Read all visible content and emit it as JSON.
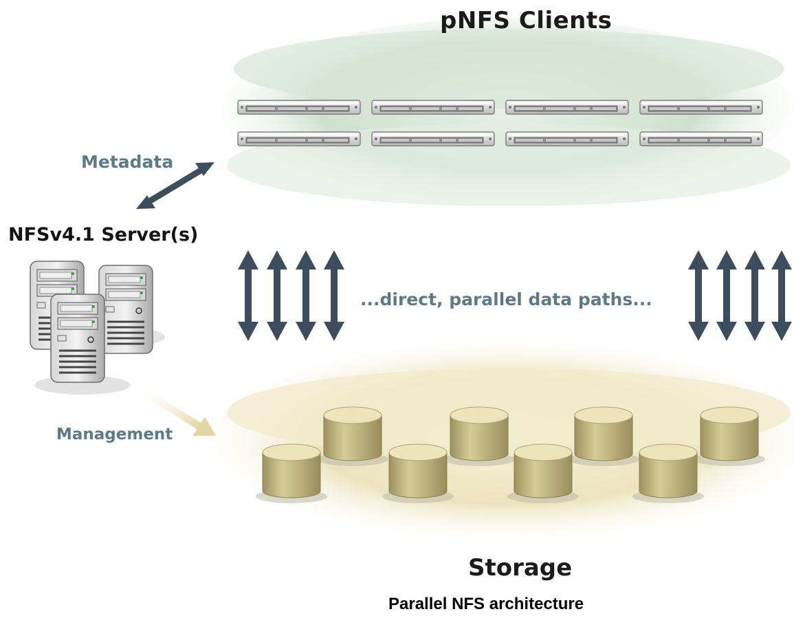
{
  "diagram": {
    "clients_title": "pNFS Clients",
    "server_title": "NFSv4.1 Server(s)",
    "metadata_label": "Metadata",
    "management_label": "Management",
    "data_paths_label": "...direct, parallel data paths...",
    "storage_title": "Storage",
    "caption": "Parallel NFS architecture"
  },
  "colors": {
    "client_zone": "#c9dccb",
    "storage_zone": "#ece4bf",
    "arrow_dark": "#3d4d5e",
    "arrow_light": "#e6dcae",
    "label_blue_gray": "#5f7a86",
    "disk": "#bdb07c"
  },
  "icons": [
    "rack-server-icon",
    "tower-server-icon",
    "disk-cylinder-icon",
    "double-arrow-icon"
  ]
}
